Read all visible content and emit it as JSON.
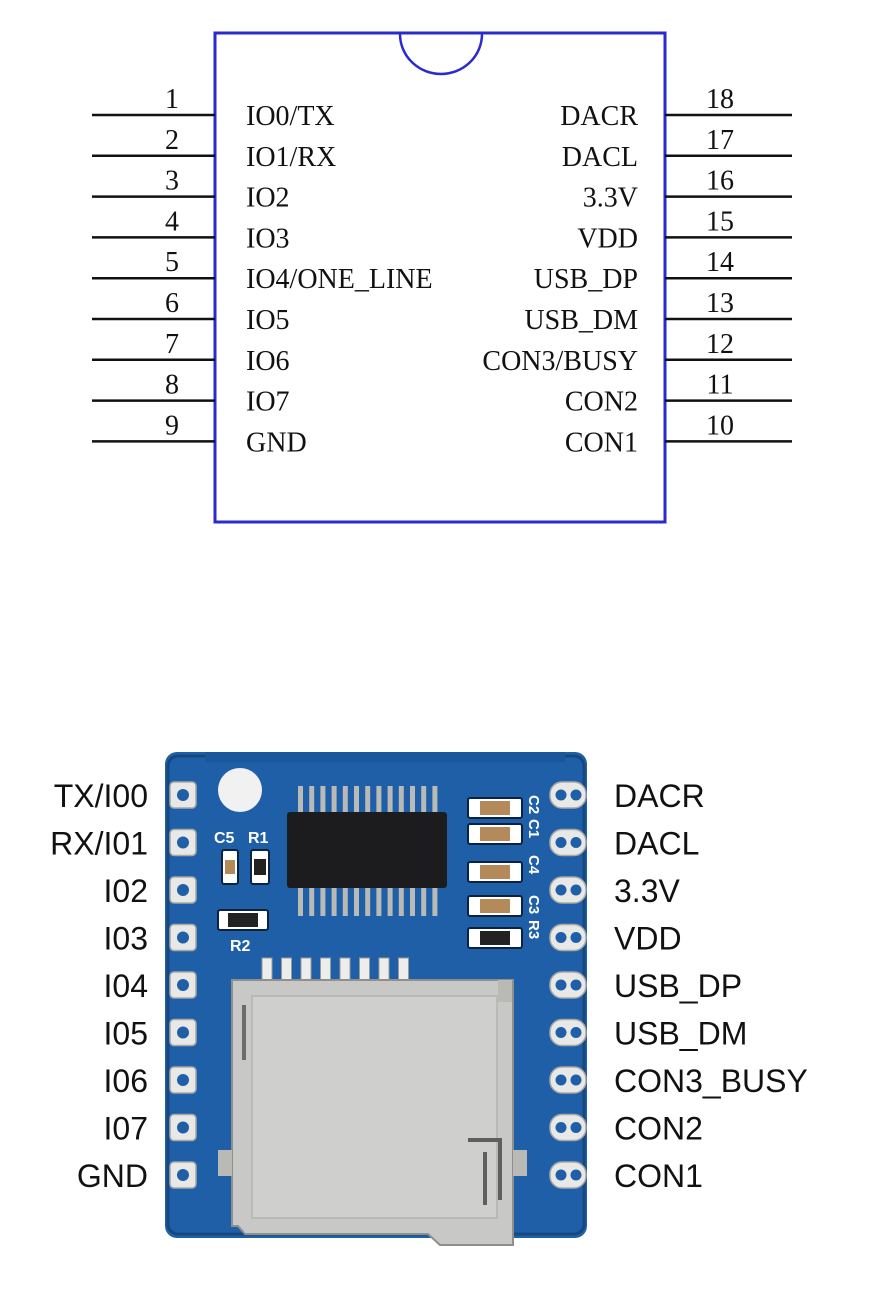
{
  "pinout": {
    "left_pins": [
      {
        "number": "1",
        "label": "IO0/TX"
      },
      {
        "number": "2",
        "label": "IO1/RX"
      },
      {
        "number": "3",
        "label": "IO2"
      },
      {
        "number": "4",
        "label": "IO3"
      },
      {
        "number": "5",
        "label": "IO4/ONE_LINE"
      },
      {
        "number": "6",
        "label": "IO5"
      },
      {
        "number": "7",
        "label": "IO6"
      },
      {
        "number": "8",
        "label": "IO7"
      },
      {
        "number": "9",
        "label": "GND"
      }
    ],
    "right_pins": [
      {
        "number": "18",
        "label": "DACR"
      },
      {
        "number": "17",
        "label": "DACL"
      },
      {
        "number": "16",
        "label": "3.3V"
      },
      {
        "number": "15",
        "label": "VDD"
      },
      {
        "number": "14",
        "label": "USB_DP"
      },
      {
        "number": "13",
        "label": "USB_DM"
      },
      {
        "number": "12",
        "label": "CON3/BUSY"
      },
      {
        "number": "11",
        "label": "CON2"
      },
      {
        "number": "10",
        "label": "CON1"
      }
    ],
    "outline_color": "#2a2ad0"
  },
  "board": {
    "left_labels": [
      "TX/I00",
      "RX/I01",
      "I02",
      "I03",
      "I04",
      "I05",
      "I06",
      "I07",
      "GND"
    ],
    "right_labels": [
      "DACR",
      "DACL",
      "3.3V",
      "VDD",
      "USB_DP",
      "USB_DM",
      "CON3_BUSY",
      "CON2",
      "CON1"
    ],
    "silkscreen": {
      "c5": "C5",
      "r1": "R1",
      "r2": "R2",
      "c2": "C2",
      "c1": "C1",
      "c4": "C4",
      "c3": "C3",
      "r3": "R3"
    },
    "pcb_color": "#1f5fa8"
  }
}
